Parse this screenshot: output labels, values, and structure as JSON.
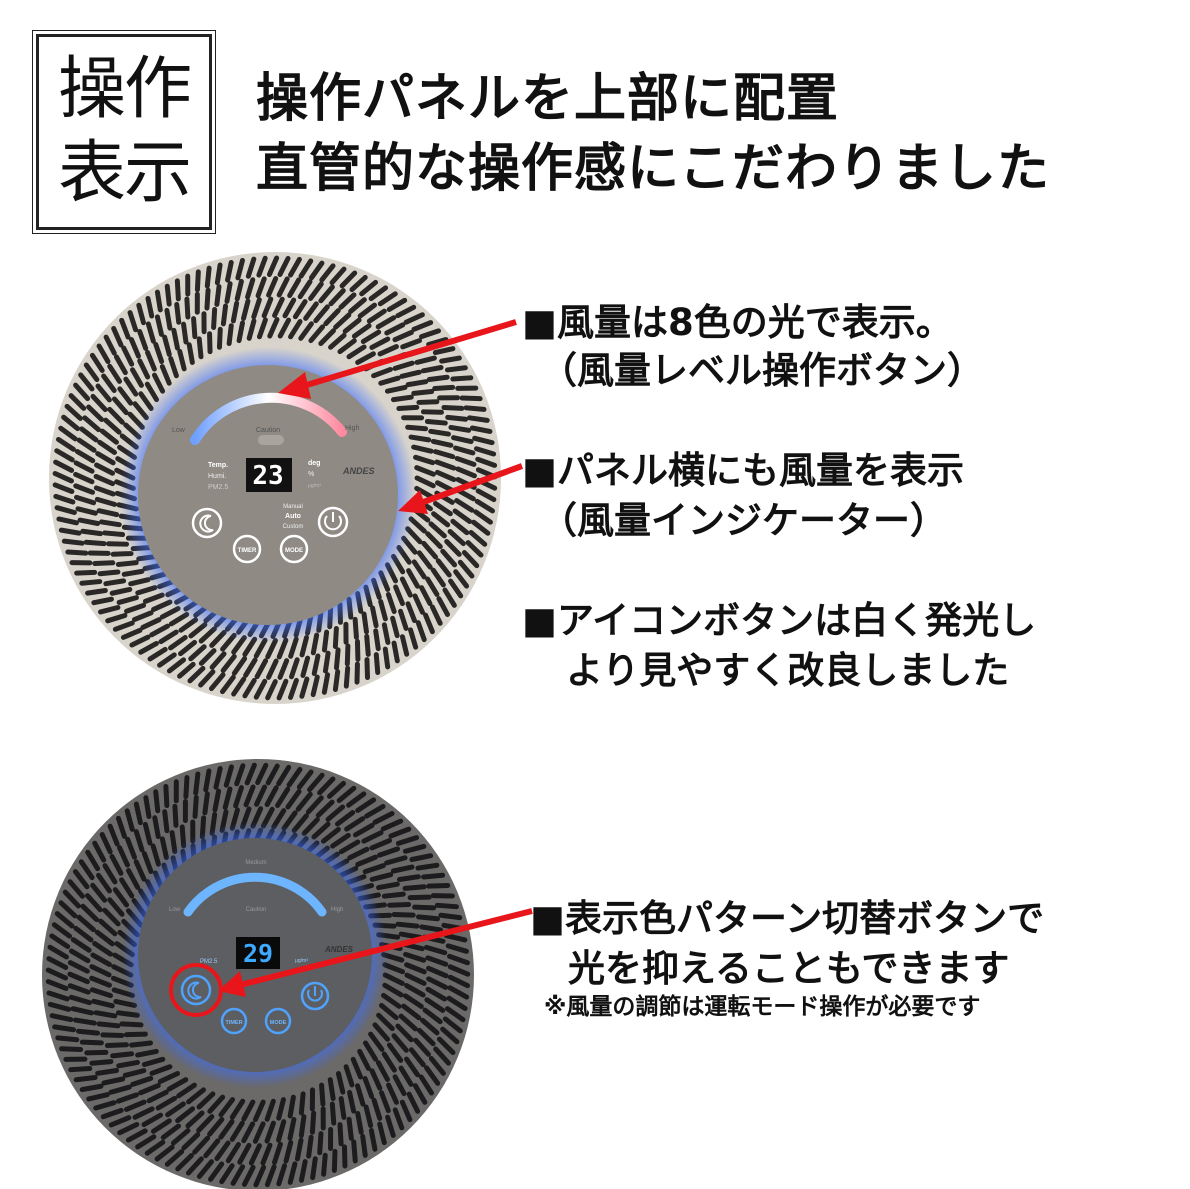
{
  "title_box": {
    "line1": "操作",
    "line2": "表示"
  },
  "heading": {
    "line1": "操作パネルを上部に配置",
    "line2": "直管的な操作感にこだわりました"
  },
  "notes": [
    {
      "line1": "■風量は8色の光で表示。",
      "line2": "（風量レベル操作ボタン）"
    },
    {
      "line1": "■パネル横にも風量を表示",
      "line2": "（風量インジケーター）"
    },
    {
      "line1": "■アイコンボタンは白く発光し",
      "line2": "より見やすく改良しました"
    },
    {
      "line1": "■表示色パターン切替ボタンで",
      "line2": "光を抑えることもできます",
      "footnote": "※風量の調節は運転モード操作が必要です"
    }
  ],
  "top_panel": {
    "display": "23",
    "low": "Low",
    "high": "High",
    "caution": "Caution",
    "temp": "Temp.",
    "humi": "Humi.",
    "pm": "PM2.5",
    "deg": "deg",
    "percent": "%",
    "unit": "μg/m³",
    "brand": "ANDES",
    "mode_manual": "Manual",
    "mode_auto": "Auto",
    "mode_custom": "Custom",
    "timer": "TIMER",
    "mode": "MODE"
  },
  "bottom_panel": {
    "display": "29",
    "low": "Low",
    "medium": "Medium",
    "high": "High",
    "caution": "Caution",
    "pm": "PM2.5",
    "unit": "μg/m³",
    "brand": "ANDES",
    "timer": "TIMER",
    "mode": "MODE"
  },
  "colors": {
    "arrow": "#e8161a",
    "glow": "#3a6cff",
    "panel_top": "#8f8a84",
    "panel_bottom": "#5d5e62"
  }
}
